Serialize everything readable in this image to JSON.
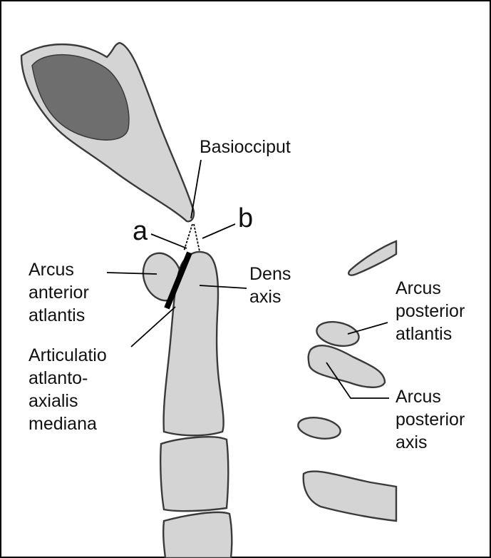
{
  "labels": {
    "basiocciput": "Basiocciput",
    "a": "a",
    "b": "b",
    "arcus_anterior_atlantis": [
      "Arcus",
      "anterior",
      "atlantis"
    ],
    "dens_axis": [
      "Dens",
      "axis"
    ],
    "arcus_posterior_atlantis": [
      "Arcus",
      "posterior",
      "atlantis"
    ],
    "articulatio": [
      "Articulatio",
      "atlanto-",
      "axialis",
      "mediana"
    ],
    "arcus_posterior_axis": [
      "Arcus",
      "posterior",
      "axis"
    ]
  },
  "colors": {
    "bone_fill": "#d4d4d4",
    "bone_outline": "#3a3a3a",
    "cavity": "#6e6e6e",
    "background": "#ffffff",
    "frame": "#000000",
    "joint_line": "#000000"
  }
}
